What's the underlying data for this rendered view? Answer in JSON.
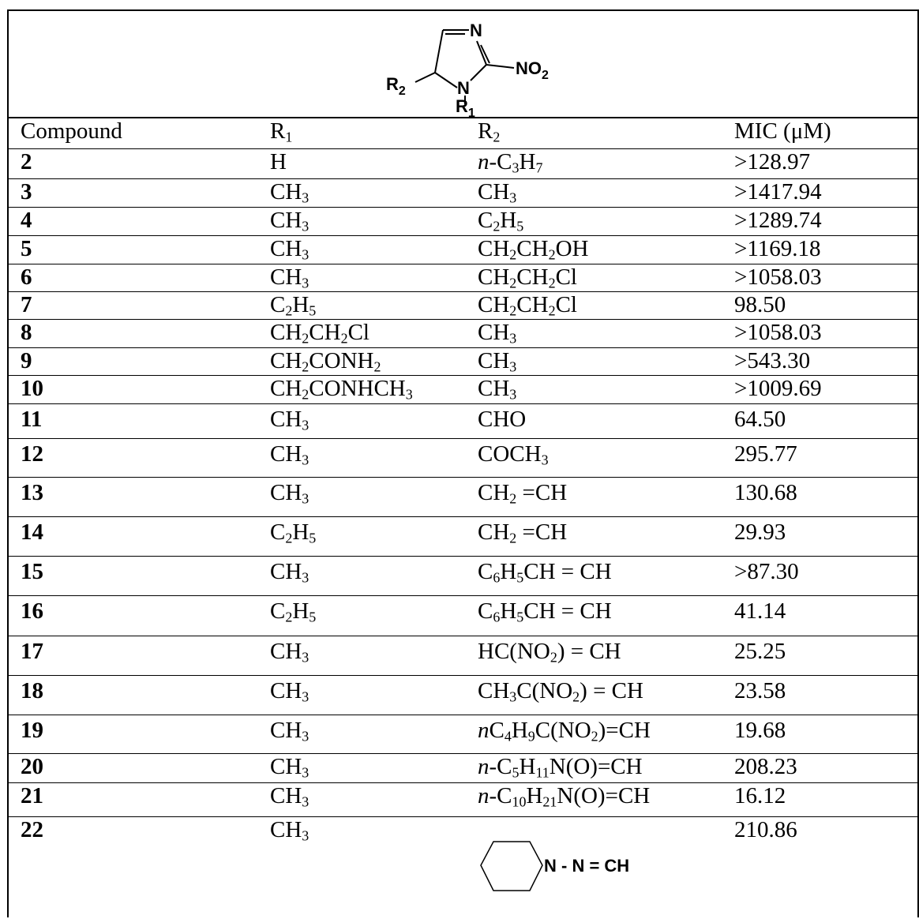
{
  "structure": {
    "labels": {
      "n_top": "N",
      "n_bottom": "N",
      "nitro": "NO",
      "nitro_sub": "2",
      "r2": "R",
      "r2_sub": "2",
      "r1": "R",
      "r1_sub": "1"
    }
  },
  "table": {
    "headers": {
      "compound": "Compound",
      "r1": "R",
      "r1_sub": "1",
      "r2": "R",
      "r2_sub": "2",
      "mic": "MIC (μM)"
    },
    "rows": [
      {
        "compound": "2",
        "r1": [
          [
            "H",
            ""
          ]
        ],
        "r2": [
          [
            "n",
            "i"
          ],
          [
            "-C",
            ""
          ],
          [
            "3",
            "s"
          ],
          [
            "H",
            ""
          ],
          [
            "7",
            "s"
          ]
        ],
        "mic": ">128.97"
      },
      {
        "compound": "3",
        "r1": [
          [
            "CH",
            ""
          ],
          [
            "3",
            "s"
          ]
        ],
        "r2": [
          [
            "CH",
            ""
          ],
          [
            "3",
            "s"
          ]
        ],
        "mic": ">1417.94"
      },
      {
        "compound": "4",
        "r1": [
          [
            "CH",
            ""
          ],
          [
            "3",
            "s"
          ]
        ],
        "r2": [
          [
            "C",
            ""
          ],
          [
            "2",
            "s"
          ],
          [
            "H",
            ""
          ],
          [
            "5",
            "s"
          ]
        ],
        "mic": ">1289.74"
      },
      {
        "compound": "5",
        "r1": [
          [
            "CH",
            ""
          ],
          [
            "3",
            "s"
          ]
        ],
        "r2": [
          [
            "CH",
            ""
          ],
          [
            "2",
            "s"
          ],
          [
            "CH",
            ""
          ],
          [
            "2",
            "s"
          ],
          [
            "OH",
            ""
          ]
        ],
        "mic": ">1169.18"
      },
      {
        "compound": "6",
        "r1": [
          [
            "CH",
            ""
          ],
          [
            "3",
            "s"
          ]
        ],
        "r2": [
          [
            "CH",
            ""
          ],
          [
            "2",
            "s"
          ],
          [
            "CH",
            ""
          ],
          [
            "2",
            "s"
          ],
          [
            "Cl",
            ""
          ]
        ],
        "mic": ">1058.03"
      },
      {
        "compound": "7",
        "r1": [
          [
            "C",
            ""
          ],
          [
            "2",
            "s"
          ],
          [
            "H",
            ""
          ],
          [
            "5",
            "s"
          ]
        ],
        "r2": [
          [
            "CH",
            ""
          ],
          [
            "2",
            "s"
          ],
          [
            "CH",
            ""
          ],
          [
            "2",
            "s"
          ],
          [
            "Cl",
            ""
          ]
        ],
        "mic": "98.50"
      },
      {
        "compound": "8",
        "r1": [
          [
            "CH",
            ""
          ],
          [
            "2",
            "s"
          ],
          [
            "CH",
            ""
          ],
          [
            "2",
            "s"
          ],
          [
            "Cl",
            ""
          ]
        ],
        "r2": [
          [
            "CH",
            ""
          ],
          [
            "3",
            "s"
          ]
        ],
        "mic": ">1058.03"
      },
      {
        "compound": "9",
        "r1": [
          [
            "CH",
            ""
          ],
          [
            "2",
            "s"
          ],
          [
            "CONH",
            ""
          ],
          [
            "2",
            "s"
          ]
        ],
        "r2": [
          [
            "CH",
            ""
          ],
          [
            "3",
            "s"
          ]
        ],
        "mic": ">543.30"
      },
      {
        "compound": "10",
        "r1": [
          [
            "CH",
            ""
          ],
          [
            "2",
            "s"
          ],
          [
            "CONHCH",
            ""
          ],
          [
            "3",
            "s"
          ]
        ],
        "r2": [
          [
            "CH",
            ""
          ],
          [
            "3",
            "s"
          ]
        ],
        "mic": ">1009.69"
      },
      {
        "compound": "11",
        "r1": [
          [
            "CH",
            ""
          ],
          [
            "3",
            "s"
          ]
        ],
        "r2": [
          [
            "CHO",
            ""
          ]
        ],
        "mic": "64.50"
      },
      {
        "compound": "12",
        "r1": [
          [
            "CH",
            ""
          ],
          [
            "3",
            "s"
          ]
        ],
        "r2": [
          [
            "COCH",
            ""
          ],
          [
            "3",
            "s"
          ]
        ],
        "mic": "295.77"
      },
      {
        "compound": "13",
        "r1": [
          [
            "CH",
            ""
          ],
          [
            "3",
            "s"
          ]
        ],
        "r2": [
          [
            "CH",
            ""
          ],
          [
            "2",
            "s"
          ],
          [
            " =CH",
            ""
          ]
        ],
        "mic": "130.68"
      },
      {
        "compound": "14",
        "r1": [
          [
            "C",
            ""
          ],
          [
            "2",
            "s"
          ],
          [
            "H",
            ""
          ],
          [
            "5",
            "s"
          ]
        ],
        "r2": [
          [
            "CH",
            ""
          ],
          [
            "2",
            "s"
          ],
          [
            " =CH",
            ""
          ]
        ],
        "mic": "29.93"
      },
      {
        "compound": "15",
        "r1": [
          [
            "CH",
            ""
          ],
          [
            "3",
            "s"
          ]
        ],
        "r2": [
          [
            "C",
            ""
          ],
          [
            "6",
            "s"
          ],
          [
            "H",
            ""
          ],
          [
            "5",
            "s"
          ],
          [
            "CH = CH",
            ""
          ]
        ],
        "mic": ">87.30"
      },
      {
        "compound": "16",
        "r1": [
          [
            "C",
            ""
          ],
          [
            "2",
            "s"
          ],
          [
            "H",
            ""
          ],
          [
            "5",
            "s"
          ]
        ],
        "r2": [
          [
            "C",
            ""
          ],
          [
            "6",
            "s"
          ],
          [
            "H",
            ""
          ],
          [
            "5",
            "s"
          ],
          [
            "CH = CH",
            ""
          ]
        ],
        "mic": "41.14"
      },
      {
        "compound": "17",
        "r1": [
          [
            "CH",
            ""
          ],
          [
            "3",
            "s"
          ]
        ],
        "r2": [
          [
            "HC(NO",
            ""
          ],
          [
            "2",
            "s"
          ],
          [
            ") = CH",
            ""
          ]
        ],
        "mic": "25.25"
      },
      {
        "compound": "18",
        "r1": [
          [
            "CH",
            ""
          ],
          [
            "3",
            "s"
          ]
        ],
        "r2": [
          [
            "CH",
            ""
          ],
          [
            "3",
            "s"
          ],
          [
            "C(NO",
            ""
          ],
          [
            "2",
            "s"
          ],
          [
            ") = CH",
            ""
          ]
        ],
        "mic": "23.58"
      },
      {
        "compound": "19",
        "r1": [
          [
            "CH",
            ""
          ],
          [
            "3",
            "s"
          ]
        ],
        "r2": [
          [
            "n",
            "i"
          ],
          [
            "C",
            ""
          ],
          [
            "4",
            "s"
          ],
          [
            "H",
            ""
          ],
          [
            "9",
            "s"
          ],
          [
            "C(NO",
            ""
          ],
          [
            "2",
            "s"
          ],
          [
            ")=CH",
            ""
          ]
        ],
        "mic": "19.68"
      },
      {
        "compound": "20",
        "r1": [
          [
            "CH",
            ""
          ],
          [
            "3",
            "s"
          ]
        ],
        "r2": [
          [
            "n",
            "i"
          ],
          [
            "-C",
            ""
          ],
          [
            "5",
            "s"
          ],
          [
            "H",
            ""
          ],
          [
            "11",
            "s"
          ],
          [
            "N(O)=CH",
            ""
          ]
        ],
        "mic": "208.23"
      },
      {
        "compound": "21",
        "r1": [
          [
            "CH",
            ""
          ],
          [
            "3",
            "s"
          ]
        ],
        "r2": [
          [
            "n",
            "i"
          ],
          [
            "-C",
            ""
          ],
          [
            "10",
            "s"
          ],
          [
            "H",
            ""
          ],
          [
            "21",
            "s"
          ],
          [
            "N(O)=CH",
            ""
          ]
        ],
        "mic": "16.12"
      },
      {
        "compound": "22",
        "r1": [
          [
            "CH",
            ""
          ],
          [
            "3",
            "s"
          ]
        ],
        "r2": [],
        "r2_structure": {
          "n1": "N",
          "dash": "-",
          "n2": "N",
          "eq": "=",
          "ch": "CH"
        },
        "mic": "210.86"
      }
    ]
  }
}
